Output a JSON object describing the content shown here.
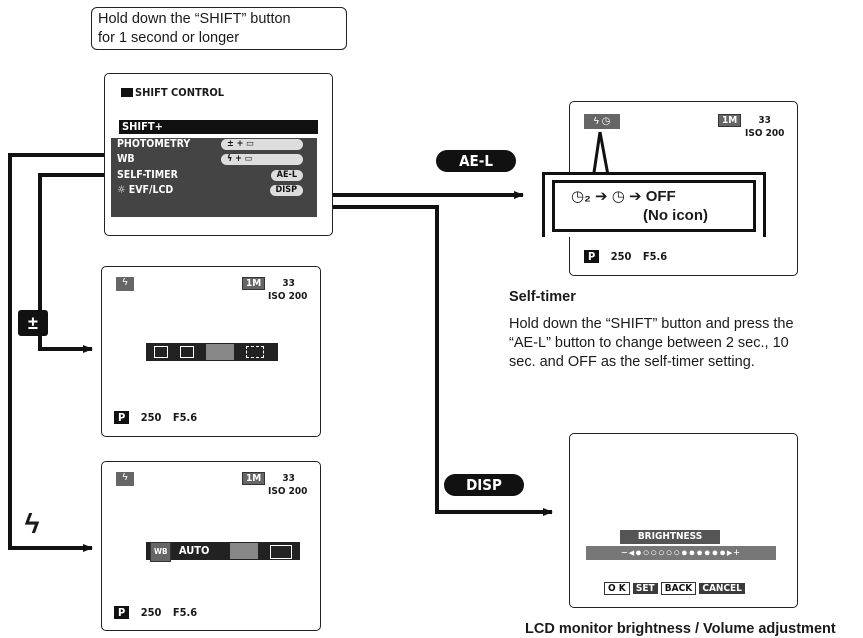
{
  "callout": {
    "line1": "Hold down the “SHIFT” button",
    "line2": "for 1 second or longer"
  },
  "menu": {
    "title": "SHIFT CONTROL",
    "shift_row": "SHIFT+",
    "items": [
      {
        "label": "PHOTOMETRY",
        "key": "+"
      },
      {
        "label": "WB",
        "key": "+"
      },
      {
        "label": "SELF-TIMER",
        "key": "AE-L"
      },
      {
        "label": "EVF/LCD",
        "key": "DISP"
      }
    ]
  },
  "buttons": {
    "ael": "AE-L",
    "disp": "DISP"
  },
  "shooting": {
    "mode": "P",
    "shutter": "250",
    "aperture": "F5.6",
    "size": "1M",
    "frames": "33",
    "iso": "ISO 200"
  },
  "timer": {
    "off": "OFF",
    "no_icon": "(No icon)"
  },
  "wb_options": {
    "wb": "WB",
    "auto": "AUTO"
  },
  "self_timer_section": {
    "heading": "Self-timer",
    "line1": "Hold down the “SHIFT” button and press the",
    "line2": "“AE-L” button to change between 2 sec., 10",
    "line3": "sec. and OFF as the self-timer setting."
  },
  "brightness": {
    "label": "BRIGHTNESS",
    "ok": "O K",
    "set": "SET",
    "back": "BACK",
    "cancel": "CANCEL"
  },
  "lcd_caption": "LCD monitor brightness / Volume adjustment"
}
